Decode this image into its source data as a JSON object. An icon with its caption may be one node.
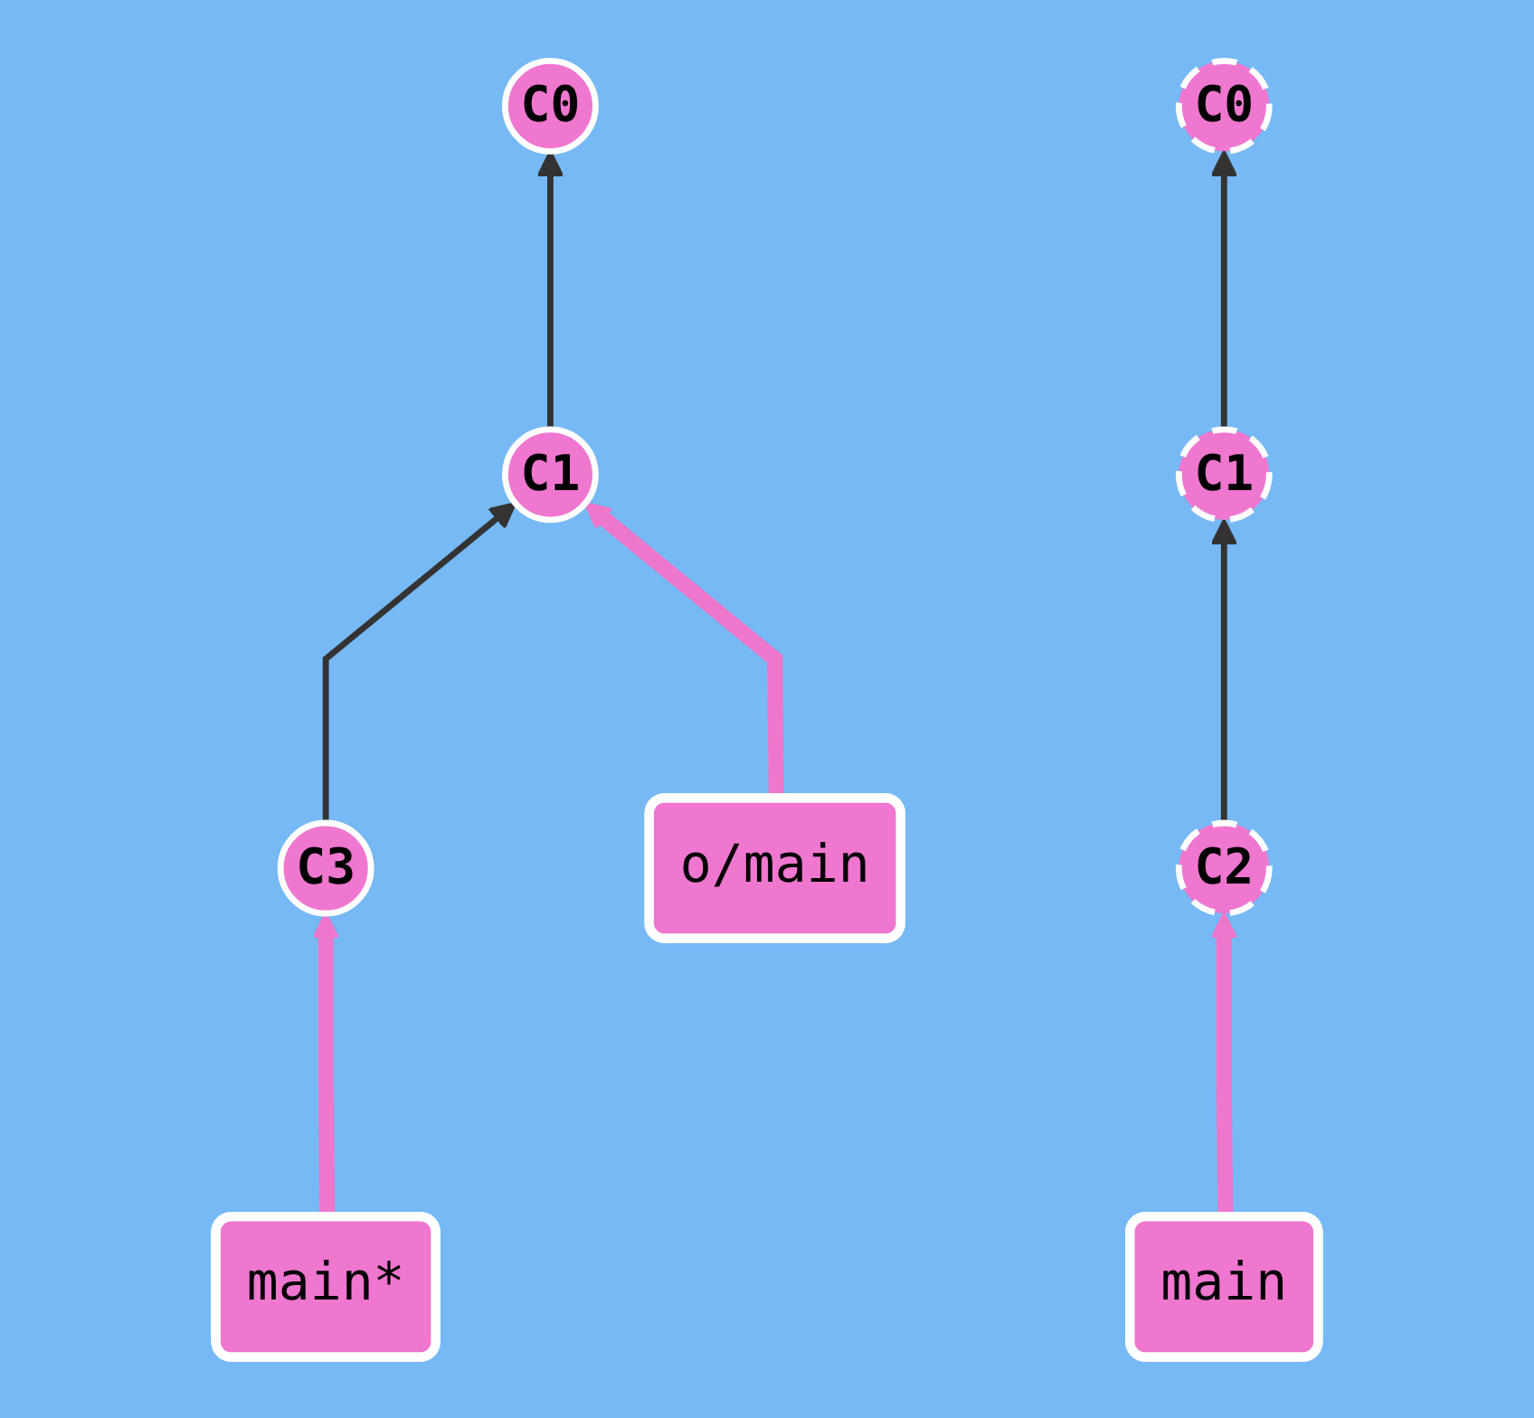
{
  "diagram": {
    "nodes": [
      {
        "text": [
          "C0"
        ]
      },
      {
        "text": [
          "o/main"
        ]
      },
      {
        "text": [
          "C1"
        ]
      },
      {
        "text": [
          "main*"
        ]
      },
      {
        "text": [
          "C3"
        ]
      },
      {
        "text": [
          "C0"
        ]
      },
      {
        "text": [
          "C1"
        ]
      },
      {
        "text": [
          "main"
        ]
      },
      {
        "text": [
          "C2"
        ]
      }
    ],
    "edges": [
      {
        "from": 2,
        "to": 0,
        "arrow": "to"
      },
      {
        "from": 4,
        "to": 2,
        "arrow": "to"
      },
      {
        "from": 1,
        "to": 2,
        "arrow": "to",
        "style": "thick",
        "color": "#ee77cc"
      },
      {
        "from": 3,
        "to": 4,
        "arrow": "to",
        "style": "thick",
        "color": "#ee77cc"
      },
      {
        "from": 6,
        "to": 5,
        "arrow": "to"
      },
      {
        "from": 8,
        "to": 6,
        "arrow": "to"
      },
      {
        "from": 7,
        "to": 8,
        "arrow": "to",
        "style": "thick",
        "color": "#ee77cc"
      }
    ]
  }
}
